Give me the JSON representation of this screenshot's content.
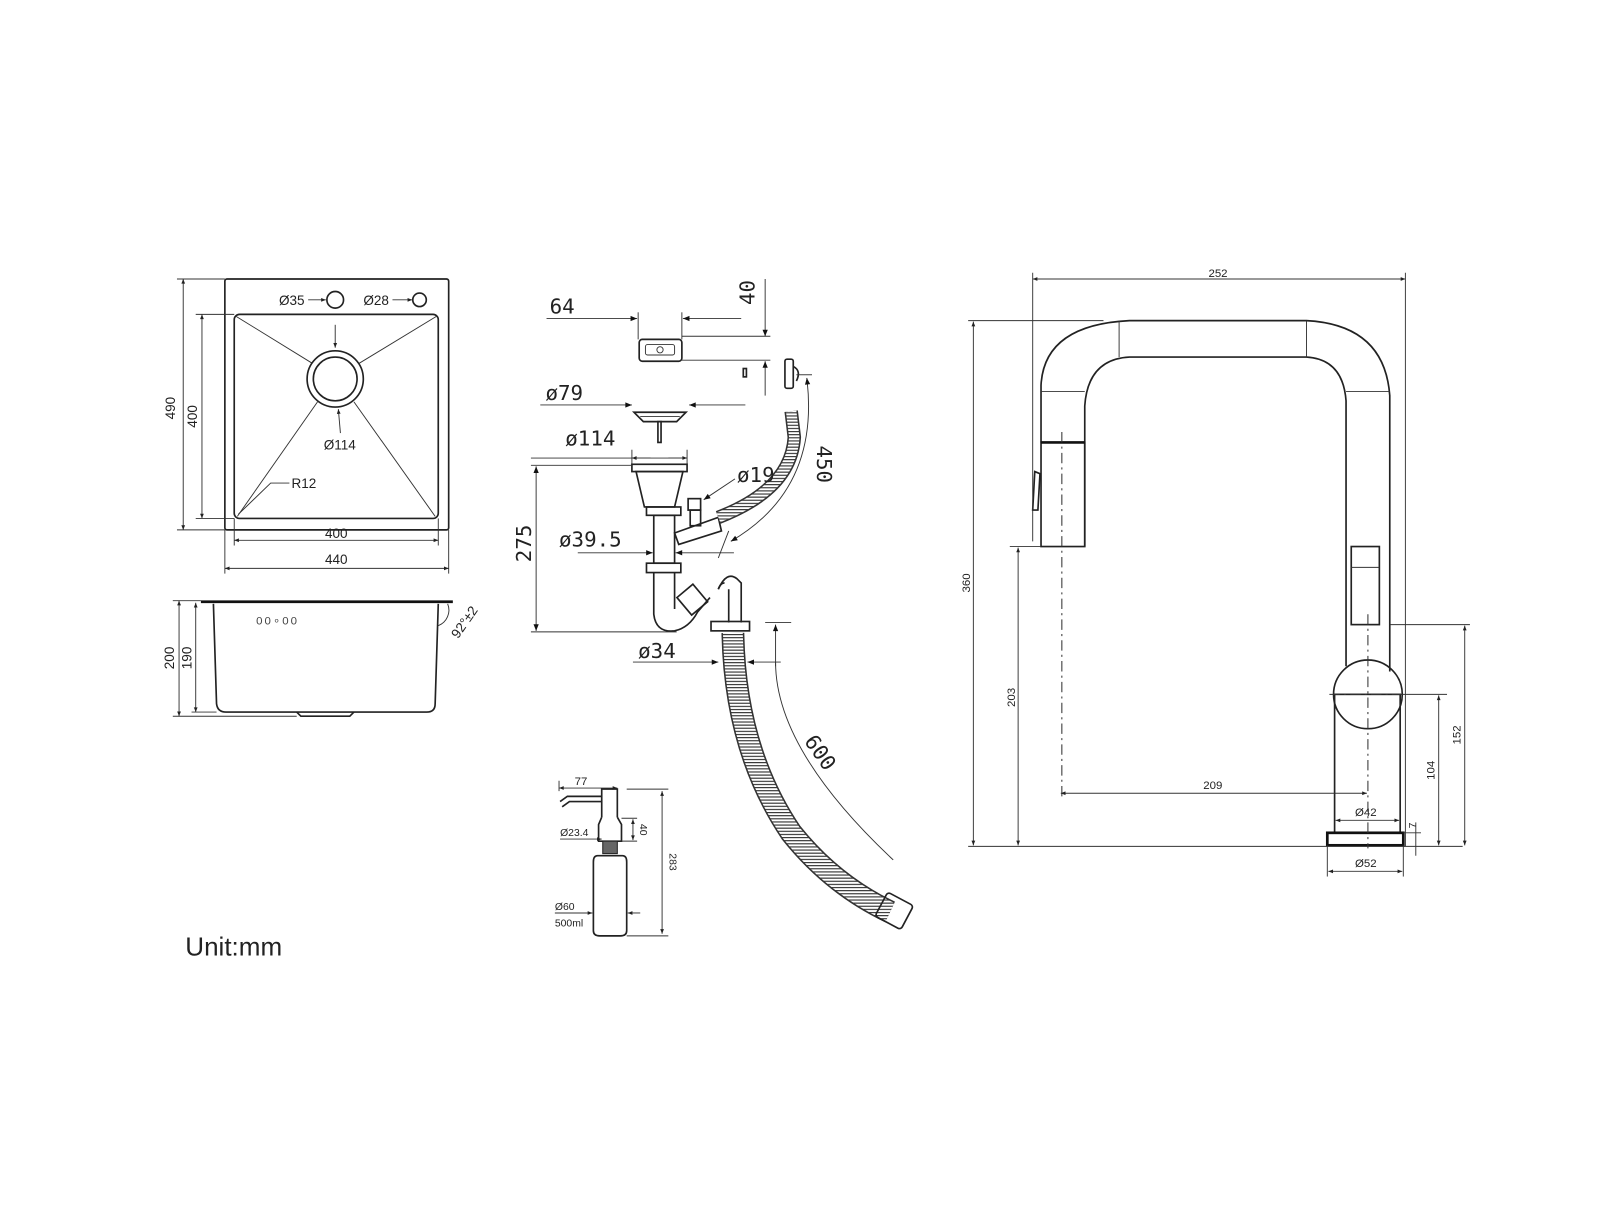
{
  "sink_top_view": {
    "hole_1": "Ø35",
    "hole_2": "Ø28",
    "drain": "Ø114",
    "corner_radius": "R12",
    "overall_depth": "490",
    "bowl_depth": "400",
    "bowl_width": "400",
    "overall_width": "440"
  },
  "sink_side_view": {
    "overflow_mark": "00∘00",
    "wall_angle": "92°±2",
    "overall_height": "200",
    "bowl_height": "190"
  },
  "drain_kit": {
    "overflow_width": "64",
    "overflow_height": "40",
    "strainer_diameter": "ø79",
    "flange_diameter": "ø114",
    "overflow_pipe_diameter": "ø19",
    "overflow_hose_length": "450",
    "drain_height": "275",
    "pipe_diameter": "ø39.5",
    "outlet_diameter": "ø34",
    "outlet_hose_length": "600"
  },
  "soap_dispenser": {
    "spout_length": "77",
    "neck_diameter": "Ø23.4",
    "neck_height": "40",
    "total_height": "283",
    "bottle_diameter": "Ø60",
    "volume": "500ml"
  },
  "faucet": {
    "total_width": "252",
    "total_height": "360",
    "spout_outlet_height": "203",
    "spout_reach": "209",
    "body_height": "152",
    "handle_height": "104",
    "base_thickness": "7",
    "body_diameter": "Ø42",
    "base_diameter": "Ø52"
  },
  "unit_label": "Unit:mm"
}
